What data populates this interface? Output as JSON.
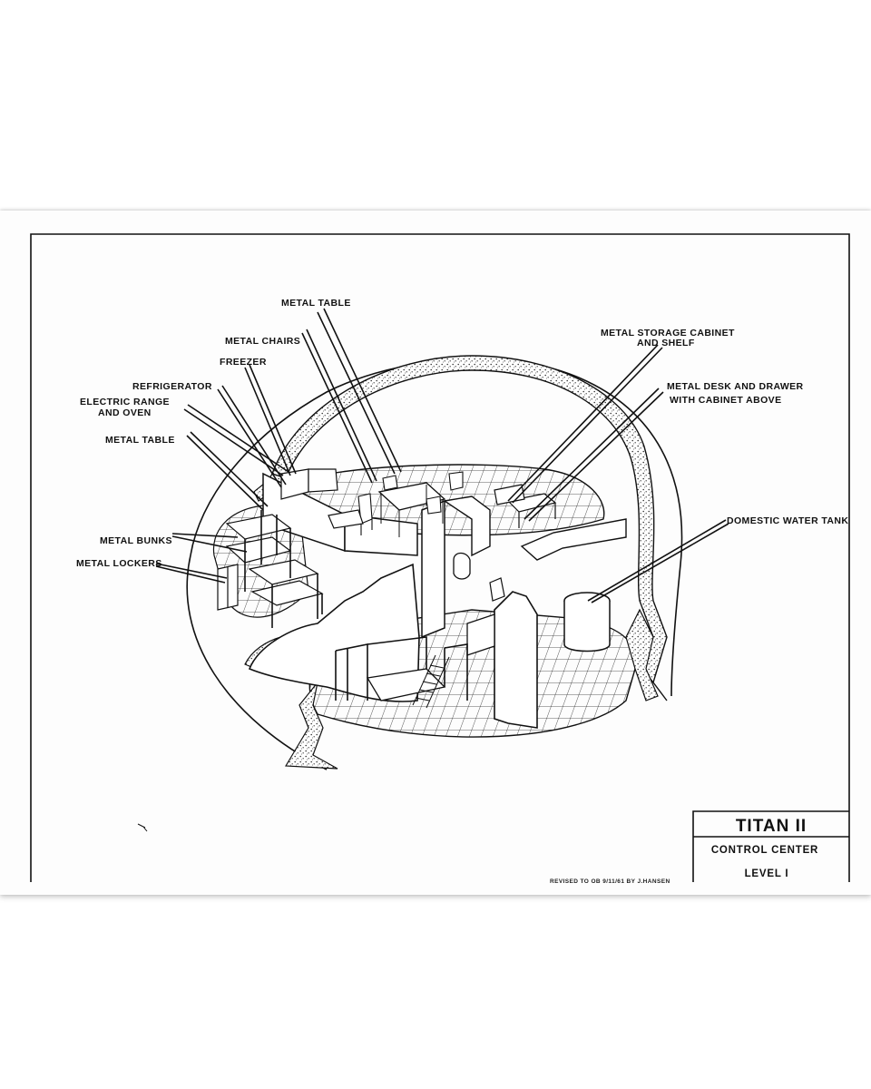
{
  "labels": {
    "metal_table_top": "METAL TABLE",
    "metal_chairs": "METAL CHAIRS",
    "freezer": "FREEZER",
    "refrigerator": "REFRIGERATOR",
    "electric_range_1": "ELECTRIC RANGE",
    "electric_range_2": "AND OVEN",
    "metal_table_left": "METAL TABLE",
    "metal_bunks": "METAL BUNKS",
    "metal_lockers": "METAL LOCKERS",
    "storage_cabinet_1": "METAL STORAGE CABINET",
    "storage_cabinet_2": "AND SHELF",
    "desk_1": "METAL DESK AND DRAWER",
    "desk_2": "WITH CABINET ABOVE",
    "water_tank": "DOMESTIC WATER TANK"
  },
  "title_block": {
    "title": "TITAN II",
    "subtitle": "CONTROL CENTER",
    "level": "LEVEL I"
  },
  "revision_note": "REVISED TO OB 9/11/61 BY J.HANSEN"
}
